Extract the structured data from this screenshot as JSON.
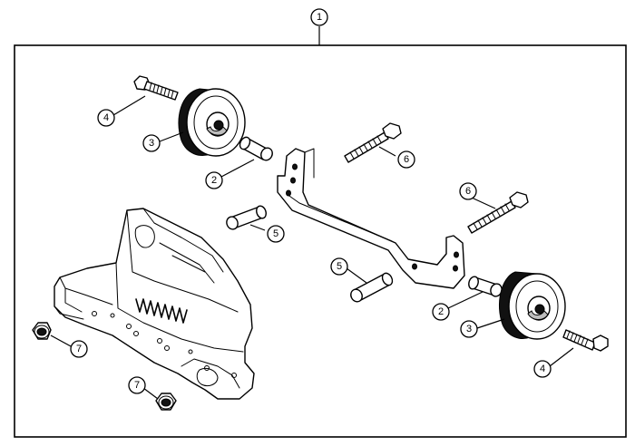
{
  "callouts": [
    {
      "id": "c1",
      "label": "1"
    },
    {
      "id": "c2a",
      "label": "2"
    },
    {
      "id": "c2b",
      "label": "2"
    },
    {
      "id": "c3a",
      "label": "3"
    },
    {
      "id": "c3b",
      "label": "3"
    },
    {
      "id": "c4a",
      "label": "4"
    },
    {
      "id": "c4b",
      "label": "4"
    },
    {
      "id": "c5a",
      "label": "5"
    },
    {
      "id": "c5b",
      "label": "5"
    },
    {
      "id": "c6a",
      "label": "6"
    },
    {
      "id": "c6b",
      "label": "6"
    },
    {
      "id": "c7a",
      "label": "7"
    },
    {
      "id": "c7b",
      "label": "7"
    }
  ]
}
